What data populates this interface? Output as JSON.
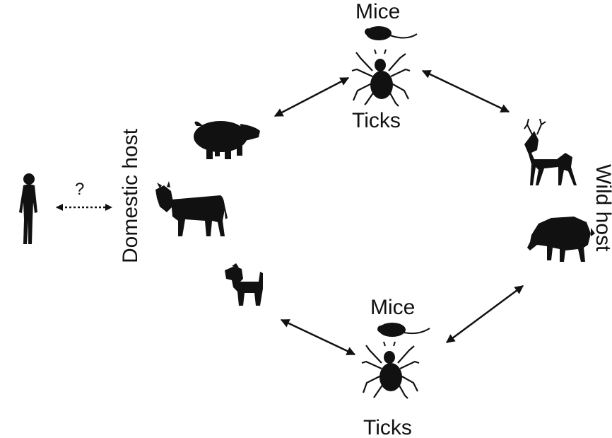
{
  "labels": {
    "mice_top": "Mice",
    "ticks_top": "Ticks",
    "mice_bottom": "Mice",
    "ticks_bottom": "Ticks",
    "domestic_host": "Domestic host",
    "wild_host": "Wild host",
    "unknown_link": "?"
  },
  "icons": [
    "human-icon",
    "pig-icon",
    "cow-icon",
    "dog-icon",
    "mouse-icon",
    "tick-icon",
    "deer-icon",
    "boar-icon"
  ],
  "colors": {
    "silhouette": "#111111",
    "background": "#ffffff"
  }
}
